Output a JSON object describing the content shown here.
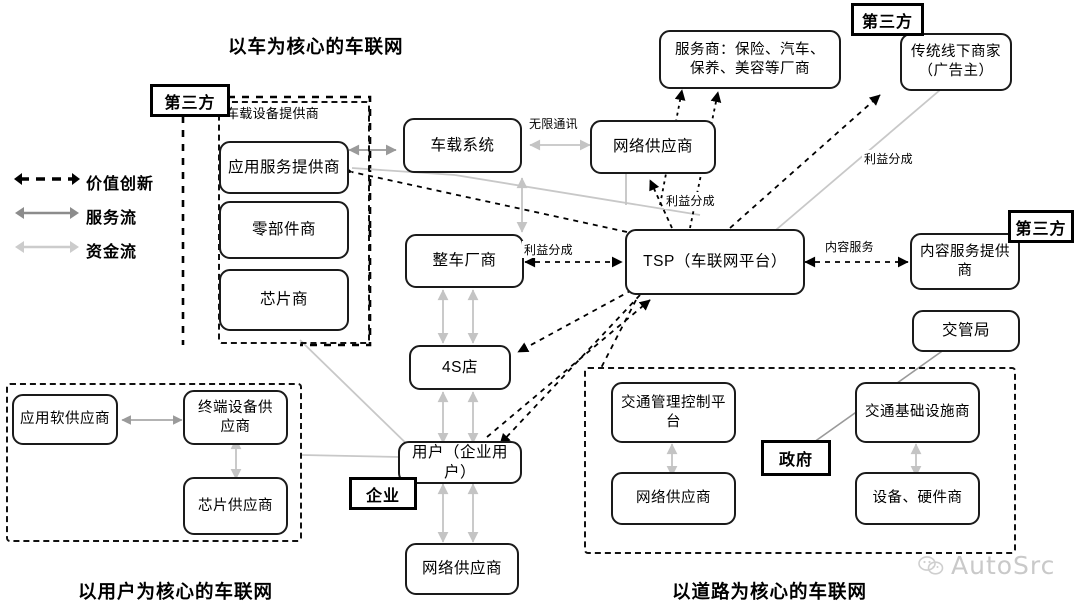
{
  "legend": {
    "items": [
      {
        "name": "value-innovation",
        "label": "价值创新",
        "style": "black-dashed-double-arrow",
        "color": "#000000"
      },
      {
        "name": "service-flow",
        "label": "服务流",
        "style": "gray-solid-double-arrow",
        "color": "#8c8c8c"
      },
      {
        "name": "capital-flow",
        "label": "资金流",
        "style": "light-gray-solid-double-arrow",
        "color": "#cccccc"
      }
    ]
  },
  "sections": [
    {
      "id": "vehicle",
      "title": "以车为核心的车联网"
    },
    {
      "id": "user",
      "title": "以用户为核心的车联网"
    },
    {
      "id": "road",
      "title": "以道路为核心的车联网"
    }
  ],
  "badges": [
    {
      "name": "third-party-left",
      "label": "第三方"
    },
    {
      "name": "third-party-top-right",
      "label": "第三方"
    },
    {
      "name": "third-party-right",
      "label": "第三方"
    },
    {
      "name": "enterprise",
      "label": "企业"
    },
    {
      "name": "government",
      "label": "政府"
    }
  ],
  "captions": [
    {
      "name": "onboard-device-supplier-caption",
      "label": "车载设备提供商"
    }
  ],
  "nodes": [
    {
      "name": "app-service-provider",
      "label": "应用服务提供商"
    },
    {
      "name": "parts-supplier",
      "label": "零部件商"
    },
    {
      "name": "chip-maker",
      "label": "芯片商"
    },
    {
      "name": "vehicle-system",
      "label": "车载系统"
    },
    {
      "name": "network-provider-top",
      "label": "网络供应商"
    },
    {
      "name": "service-providers",
      "label": "服务商：保险、汽车、保养、美容等厂商"
    },
    {
      "name": "offline-merchant",
      "label": "传统线下商家（广告主）"
    },
    {
      "name": "vehicle-manufacturer",
      "label": "整车厂商"
    },
    {
      "name": "tsp-platform",
      "label": "TSP（车联网平台）"
    },
    {
      "name": "content-service-provider",
      "label": "内容服务提供商"
    },
    {
      "name": "traffic-bureau",
      "label": "交管局"
    },
    {
      "name": "dealership-4s",
      "label": "4S店"
    },
    {
      "name": "app-software-supplier",
      "label": "应用软供应商"
    },
    {
      "name": "terminal-device-supplier",
      "label": "终端设备供应商"
    },
    {
      "name": "chip-supplier",
      "label": "芯片供应商"
    },
    {
      "name": "user-enterprise",
      "label": "用户（企业用户）"
    },
    {
      "name": "network-provider-bottom",
      "label": "网络供应商"
    },
    {
      "name": "traffic-control-platform",
      "label": "交通管理控制平台"
    },
    {
      "name": "network-provider-road",
      "label": "网络供应商"
    },
    {
      "name": "traffic-infrastructure-vendor",
      "label": "交通基础设施商"
    },
    {
      "name": "equipment-hardware-vendor",
      "label": "设备、硬件商"
    }
  ],
  "edge_labels": [
    {
      "name": "wireless-comm-label",
      "label": "无限通讯"
    },
    {
      "name": "profit-share-network-label",
      "label": "利益分成"
    },
    {
      "name": "profit-share-oem-label",
      "label": "利益分成"
    },
    {
      "name": "profit-share-offline-label",
      "label": "利益分成"
    },
    {
      "name": "content-service-label",
      "label": "内容服务"
    }
  ],
  "watermark": {
    "label": "AutoSrc",
    "icon": "wechat-icon"
  }
}
